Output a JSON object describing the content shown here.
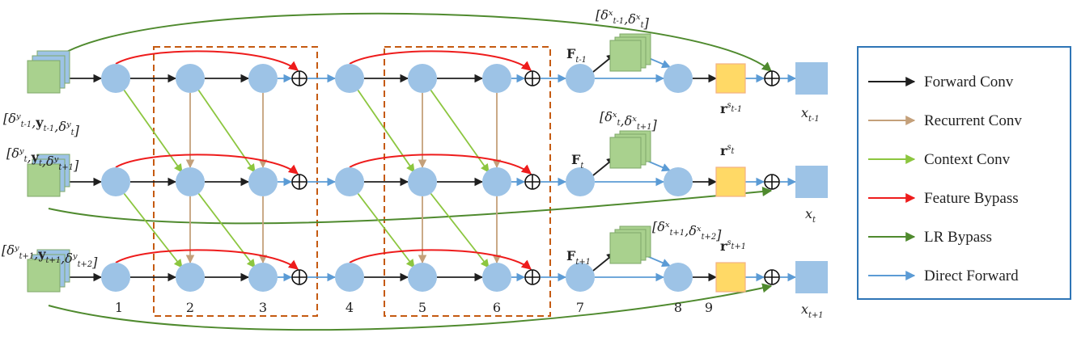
{
  "colors": {
    "forward": "#1f1f1f",
    "recurrent": "#c4a07a",
    "context": "#8cc63f",
    "bypass": "#ee1c1c",
    "lr_bypass": "#4f8a2e",
    "direct": "#5b9bd5",
    "node": "#9dc3e6",
    "output": "#9dc3e6",
    "residual": "#ffd966",
    "residual_border": "#f4b183",
    "input_green": "#a9d18e",
    "input_blue": "#9dc3e6",
    "dashbox": "#c55a11",
    "legend_border": "#2e75b6"
  },
  "legend": [
    {
      "key": "forward",
      "label": "Forward Conv"
    },
    {
      "key": "recurrent",
      "label": "Recurrent Conv"
    },
    {
      "key": "context",
      "label": "Context Conv"
    },
    {
      "key": "bypass",
      "label": "Feature Bypass"
    },
    {
      "key": "lr_bypass",
      "label": "LR Bypass"
    },
    {
      "key": "direct",
      "label": "Direct Forward"
    }
  ],
  "layer_numbers": [
    "1",
    "2",
    "3",
    "4",
    "5",
    "6",
    "7",
    "8",
    "9"
  ],
  "input_labels": [
    "[δʸ t-1 , y t-1 , δʸ t ]",
    "[δʸ t , y t , δʸ t+1 ]",
    "[δʸ t+1 , y t+1 , δʸ t+2 ]"
  ],
  "feature_labels": [
    "F t-1",
    "F t",
    "F t+1"
  ],
  "cube_labels": [
    "[δˣ t-1 , δˣ t ]",
    "[δˣ t , δˣ t+1 ]",
    "[δˣ t+1 , δˣ t+2 ]"
  ],
  "residual_labels": [
    "r s t-1",
    "r s t",
    "r s t+1"
  ],
  "output_labels": [
    "x t-1",
    "x t",
    "x t+1"
  ],
  "oplus": "⊕"
}
